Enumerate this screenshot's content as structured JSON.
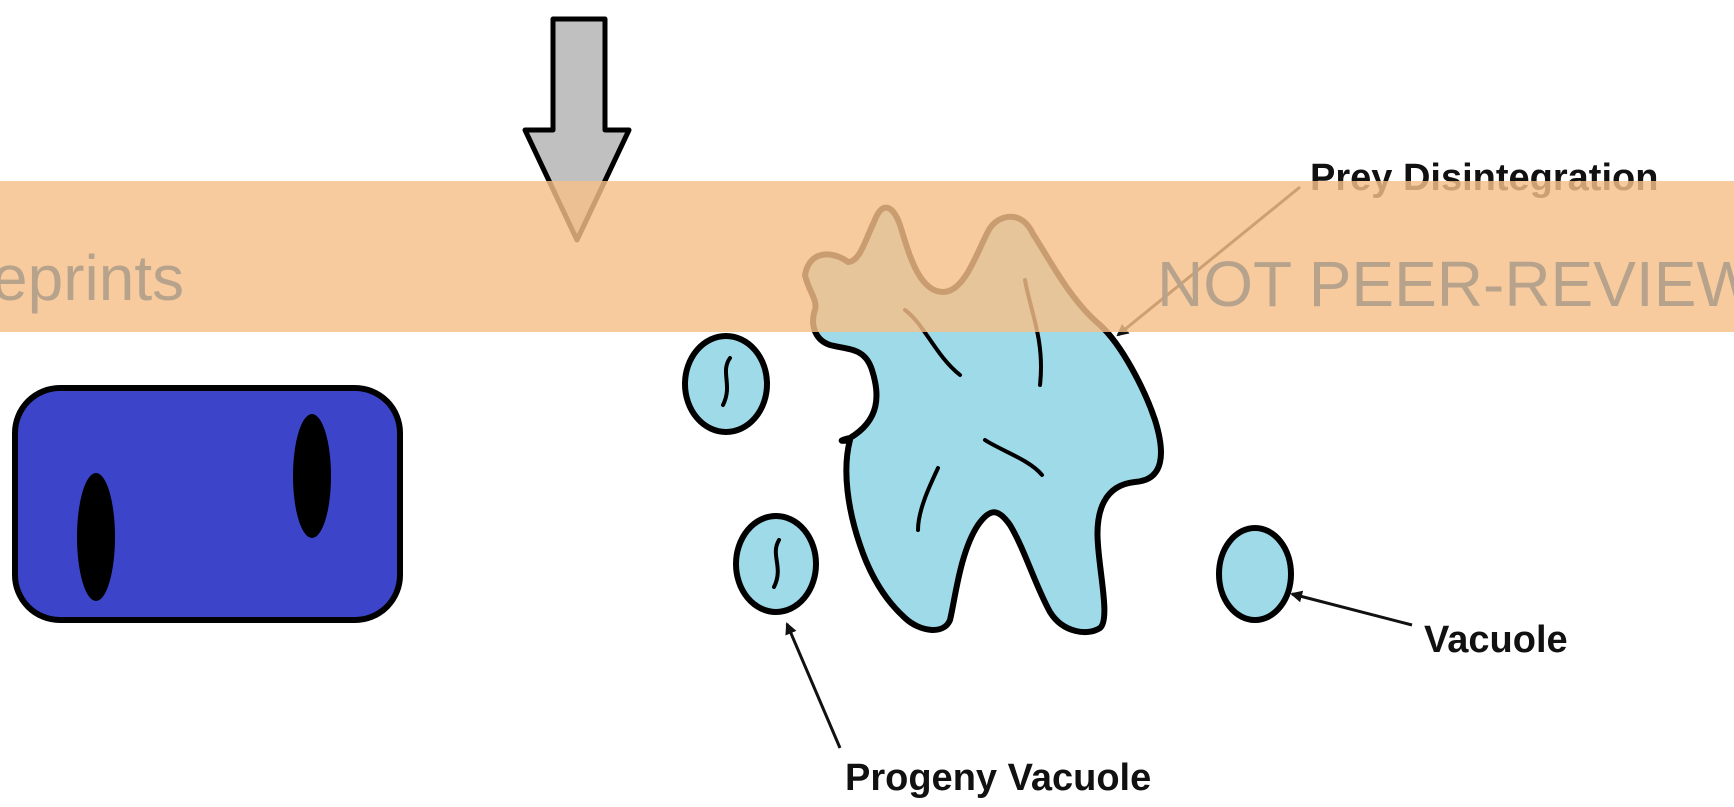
{
  "labels": {
    "prey_disintegration": "Prey Disintegration",
    "vacuole": "Vacuole",
    "progeny_vacuole": "Progeny Vacuole"
  },
  "watermark": {
    "left_text": "eprints",
    "right_text": "NOT PEER-REVIEWE",
    "band_color": "#f7c08a"
  },
  "colors": {
    "prey_cell": "#3c45c9",
    "prey_nucleus": "#000000",
    "predator_body": "#9fdae9",
    "outline": "#000000",
    "arrow_fill": "#c0c0c0"
  },
  "icons": {
    "process_arrow": "down-arrow-icon"
  }
}
